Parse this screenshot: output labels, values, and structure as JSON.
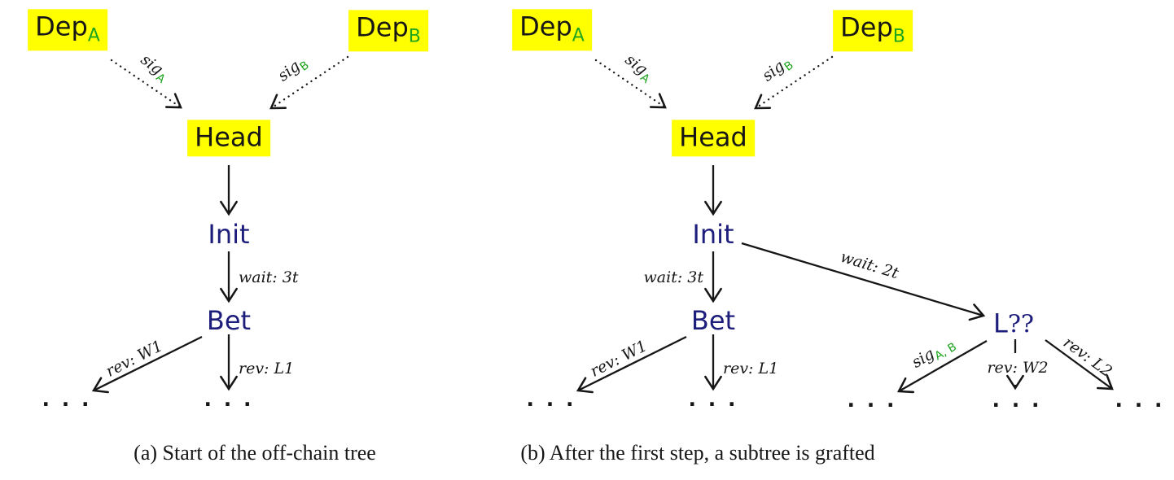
{
  "colors": {
    "highlight": "#ffff00",
    "green": "#1fa41f",
    "navy": "#1d1d7c",
    "ink": "#161616"
  },
  "panel_a": {
    "caption": "(a) Start of the off-chain tree",
    "nodes": {
      "dep_a": {
        "base": "Dep",
        "sub": "A"
      },
      "dep_b": {
        "base": "Dep",
        "sub": "B"
      },
      "head": "Head",
      "init": "Init",
      "bet": "Bet"
    },
    "edge_labels": {
      "sig_a": {
        "base": "sig",
        "sub": "A"
      },
      "sig_b": {
        "base": "sig",
        "sub": "B"
      },
      "wait_3t": "wait: 3t",
      "rev_w1": "rev: W1",
      "rev_l1": "rev: L1"
    },
    "dots": "· · ·"
  },
  "panel_b": {
    "caption": "(b) After the first step, a subtree is grafted",
    "nodes": {
      "dep_a": {
        "base": "Dep",
        "sub": "A"
      },
      "dep_b": {
        "base": "Dep",
        "sub": "B"
      },
      "head": "Head",
      "init": "Init",
      "bet": "Bet",
      "l": {
        "base": "L",
        "marks": "??"
      }
    },
    "edge_labels": {
      "sig_a": {
        "base": "sig",
        "sub": "A"
      },
      "sig_b": {
        "base": "sig",
        "sub": "B"
      },
      "wait_3t": "wait: 3t",
      "wait_2t": "wait: 2t",
      "rev_w1": "rev: W1",
      "rev_l1": "rev: L1",
      "sig_ab": {
        "base": "sig",
        "sub": "A, B"
      },
      "rev_w2": "rev: W2",
      "rev_l2": "rev: L2"
    },
    "dots": "· · ·"
  }
}
